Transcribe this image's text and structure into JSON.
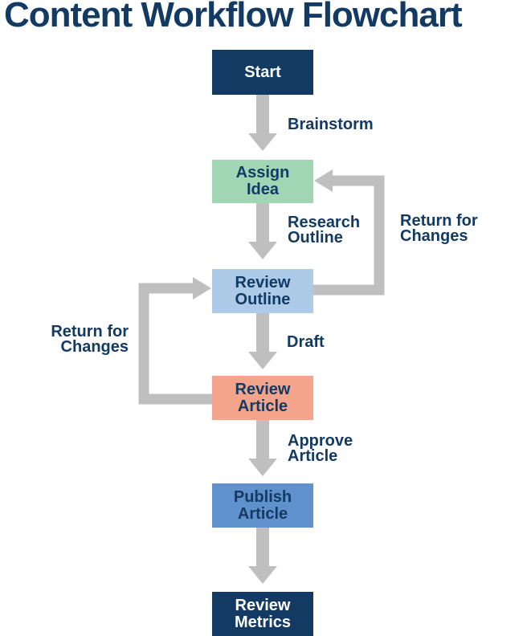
{
  "title": "Content Workflow Flowchart",
  "colors": {
    "navy": "#123a63",
    "green": "#a0d6b4",
    "light_blue": "#adcbe9",
    "salmon": "#f4a48a",
    "mid_blue": "#6191cd",
    "arrow_gray": "#bfbfbf",
    "box_text_dark": "#123a63",
    "box_text_light": "#ffffff"
  },
  "nodes": [
    {
      "id": "start",
      "label": "Start",
      "color": "#123a63"
    },
    {
      "id": "assign-idea",
      "label": "Assign Idea",
      "color": "#a0d6b4"
    },
    {
      "id": "review-outline",
      "label": "Review Outline",
      "color": "#adcbe9"
    },
    {
      "id": "review-article",
      "label": "Review Article",
      "color": "#f4a48a"
    },
    {
      "id": "publish-article",
      "label": "Publish Article",
      "color": "#6191cd"
    },
    {
      "id": "review-metrics",
      "label": "Review Metrics",
      "color": "#123a63"
    }
  ],
  "edges": [
    {
      "from": "start",
      "to": "assign-idea",
      "label": "Brainstorm"
    },
    {
      "from": "assign-idea",
      "to": "review-outline",
      "label": "Research Outline"
    },
    {
      "from": "review-outline",
      "to": "assign-idea",
      "label": "Return for Changes"
    },
    {
      "from": "review-outline",
      "to": "review-article",
      "label": "Draft"
    },
    {
      "from": "review-article",
      "to": "review-outline",
      "label": "Return for Changes"
    },
    {
      "from": "review-article",
      "to": "publish-article",
      "label": "Approve Article"
    },
    {
      "from": "publish-article",
      "to": "review-metrics",
      "label": ""
    }
  ]
}
